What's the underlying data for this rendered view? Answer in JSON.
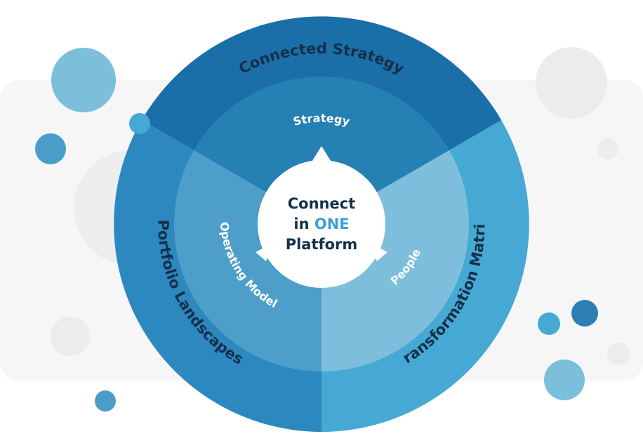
{
  "diagram": {
    "center": {
      "line1": "Connect",
      "line2_prefix": "in",
      "line2_highlight": "ONE",
      "line3": "Platform"
    },
    "outer_ring": [
      {
        "id": "connected-strategy",
        "label": "Connected Strategy",
        "color": "#1a6fa8"
      },
      {
        "id": "transformation-matrix",
        "label": "Transformation Matrix",
        "color": "#45a9d3"
      },
      {
        "id": "portfolio-landscapes",
        "label": "Portfolio Landscapes",
        "color": "#2c88bf"
      }
    ],
    "inner_ring": [
      {
        "id": "strategy",
        "label": "Strategy",
        "color": "#2580b4"
      },
      {
        "id": "people",
        "label": "People",
        "color": "#7dbedc"
      },
      {
        "id": "operating-model",
        "label": "Operating Model",
        "color": "#4d9ec9"
      }
    ],
    "colors": {
      "text_dark": "#14304a",
      "text_light": "#ffffff",
      "highlight": "#3ba0d4",
      "center_fill": "#ffffff",
      "backdrop": "#f6f6f7",
      "bubble_grey": "#ececee"
    }
  }
}
